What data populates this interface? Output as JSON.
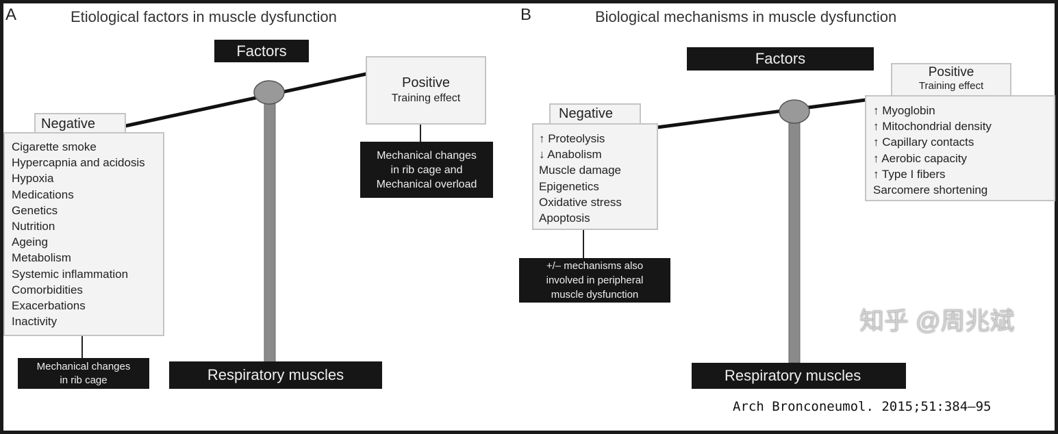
{
  "panel_a": {
    "letter": "A",
    "title": "Etiological factors in muscle dysfunction",
    "factors": "Factors",
    "positive": {
      "label": "Positive",
      "sub": "Training effect"
    },
    "positive_box": [
      "Mechanical changes",
      "in rib cage and",
      "Mechanical overload"
    ],
    "negative": {
      "label": "Negative",
      "items": [
        "Cigarette smoke",
        "Hypercapnia and acidosis",
        "Hypoxia",
        "Medications",
        "Genetics",
        "Nutrition",
        "Ageing",
        "Metabolism",
        "Systemic inflammation",
        "Comorbidities",
        "Exacerbations",
        "Inactivity"
      ]
    },
    "negative_box": [
      "Mechanical changes",
      "in rib cage"
    ],
    "base": "Respiratory muscles"
  },
  "panel_b": {
    "letter": "B",
    "title": "Biological mechanisms in muscle dysfunction",
    "factors": "Factors",
    "positive": {
      "label": "Positive",
      "sub": "Training effect",
      "items": [
        "↑ Myoglobin",
        "↑ Mitochondrial density",
        "↑ Capillary contacts",
        "↑ Aerobic capacity",
        "↑ Type I fibers",
        "Sarcomere shortening"
      ]
    },
    "negative": {
      "label": "Negative",
      "items": [
        "↑ Proteolysis",
        "↓ Anabolism",
        "Muscle damage",
        "Epigenetics",
        "Oxidative stress",
        "Apoptosis"
      ]
    },
    "negative_box": [
      "+/– mechanisms also",
      "involved in peripheral",
      "muscle dysfunction"
    ],
    "base": "Respiratory muscles"
  },
  "citation": "Arch Bronconeumol. 2015;51:384–95",
  "watermark": "知乎 @周兆斌",
  "colors": {
    "dark_box": "#161616",
    "light_box": "#f3f3f3",
    "pivot": "#999999",
    "beam": "#111111"
  }
}
